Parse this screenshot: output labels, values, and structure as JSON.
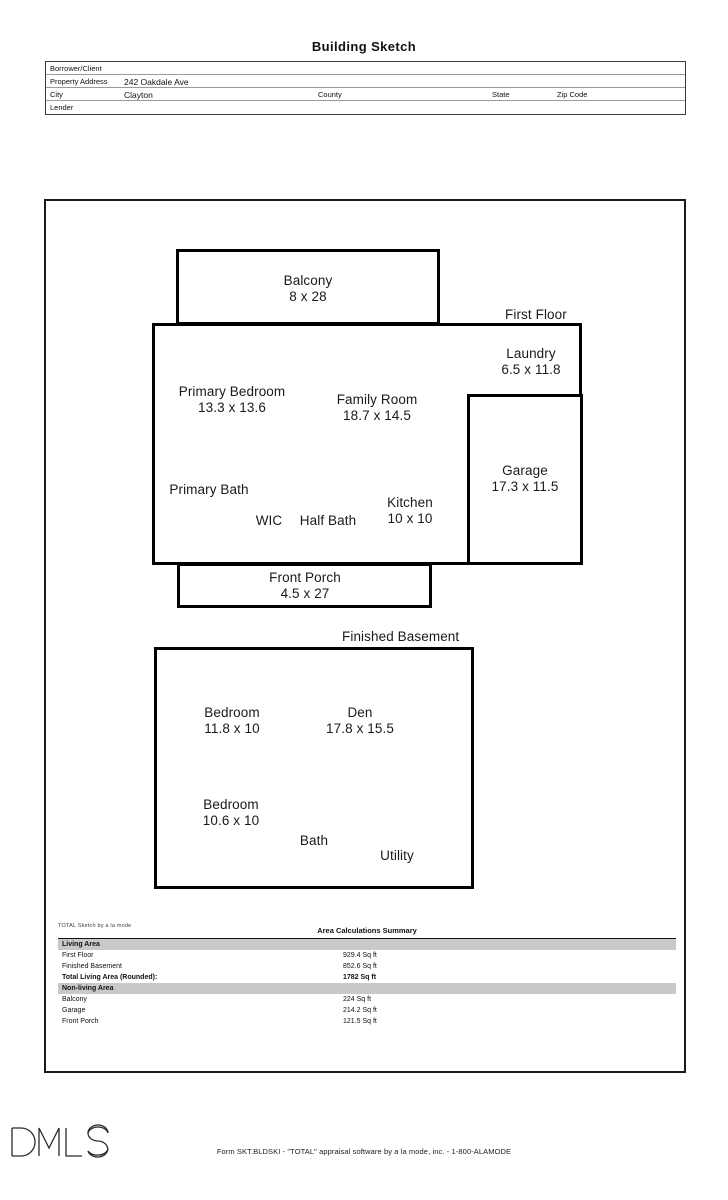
{
  "document": {
    "title": "Building Sketch",
    "footer_form": "Form SKT.BLDSKI - \"TOTAL\" appraisal software by a la mode, inc. - 1-800-ALAMODE",
    "logo_text": "DMLS"
  },
  "header_form": {
    "rows": [
      {
        "label": "Borrower/Client",
        "value": ""
      },
      {
        "label": "Property Address",
        "value": "242 Oakdale Ave"
      },
      {
        "label": "City",
        "value": "Clayton"
      },
      {
        "label": "Lender",
        "value": ""
      }
    ],
    "city_row_extra": [
      {
        "label": "County",
        "value": ""
      },
      {
        "label": "State",
        "value": ""
      },
      {
        "label": "Zip Code",
        "value": ""
      }
    ]
  },
  "sketch": {
    "first_floor_label": "First Floor",
    "basement_label": "Finished Basement",
    "rooms": [
      {
        "name": "Balcony",
        "dim": "8 x 28"
      },
      {
        "name": "Laundry",
        "dim": "6.5 x 11.8"
      },
      {
        "name": "Primary Bedroom",
        "dim": "13.3 x 13.6"
      },
      {
        "name": "Family Room",
        "dim": "18.7 x 14.5"
      },
      {
        "name": "Garage",
        "dim": "17.3 x 11.5"
      },
      {
        "name": "Primary Bath",
        "dim": ""
      },
      {
        "name": "Kitchen",
        "dim": "10 x 10"
      },
      {
        "name": "WIC",
        "dim": ""
      },
      {
        "name": "Half Bath",
        "dim": ""
      },
      {
        "name": "Front Porch",
        "dim": "4.5 x 27"
      },
      {
        "name": "Bedroom",
        "dim": "11.8 x 10"
      },
      {
        "name": "Den",
        "dim": "17.8 x 15.5"
      },
      {
        "name": "Bedroom",
        "dim": "10.6 x 10"
      },
      {
        "name": "Bath",
        "dim": ""
      },
      {
        "name": "Utility",
        "dim": ""
      }
    ]
  },
  "area_summary": {
    "note": "TOTAL Sketch by a la mode",
    "title": "Area Calculations Summary",
    "sections": [
      {
        "heading": "Living Area",
        "rows": [
          {
            "label": "First Floor",
            "value": "929.4 Sq ft",
            "bold": false
          },
          {
            "label": "Finished Basement",
            "value": "852.6 Sq ft",
            "bold": false
          },
          {
            "label": "Total Living Area (Rounded):",
            "value": "1782 Sq ft",
            "bold": true
          }
        ]
      },
      {
        "heading": "Non-living Area",
        "rows": [
          {
            "label": "Balcony",
            "value": "224 Sq ft",
            "bold": false
          },
          {
            "label": "Garage",
            "value": "214.2 Sq ft",
            "bold": false
          },
          {
            "label": "Front Porch",
            "value": "121.5 Sq ft",
            "bold": false
          }
        ]
      }
    ]
  }
}
